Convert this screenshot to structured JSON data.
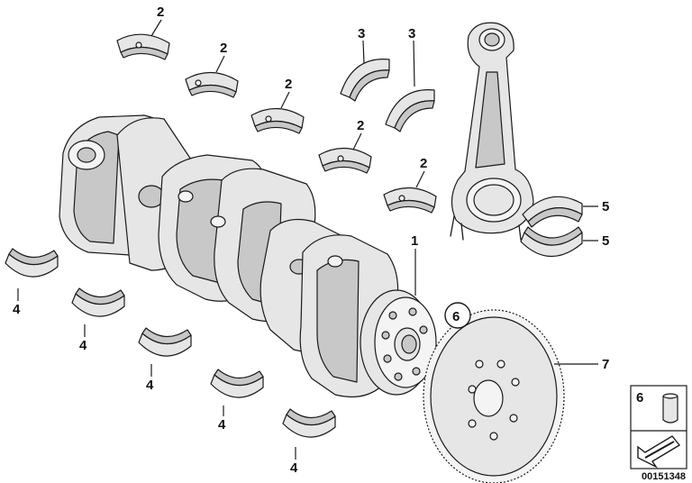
{
  "callouts": {
    "bearing_shell_upper": "2",
    "thrust_bearing": "3",
    "bearing_shell_lower": "4",
    "conrod_bearing": "5",
    "bolt_ref": "6",
    "crankshaft": "1",
    "increment_wheel": "7"
  },
  "legend": {
    "item_number": "6"
  },
  "drawing_number": "00151348"
}
